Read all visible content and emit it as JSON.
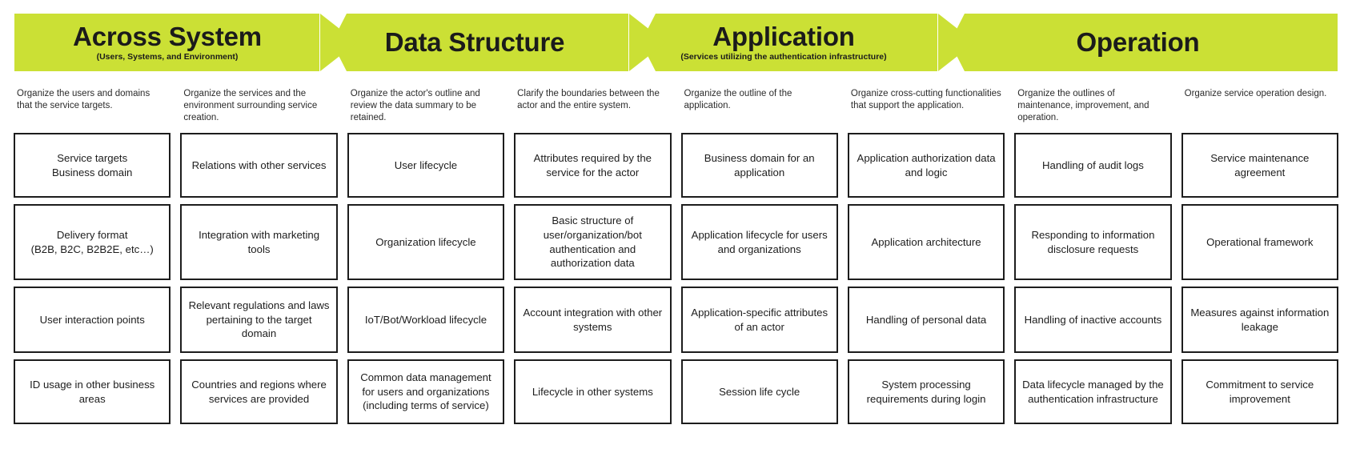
{
  "colors": {
    "accent": "#cbe035",
    "border": "#1d1d1d",
    "text": "#1d1d1d",
    "background": "#ffffff"
  },
  "diagram": {
    "type": "phase-matrix",
    "phases": [
      {
        "title": "Across System",
        "subtitle": "(Users, Systems, and Environment)"
      },
      {
        "title": "Data Structure",
        "subtitle": ""
      },
      {
        "title": "Application",
        "subtitle": "(Services utilizing the authentication infrastructure)"
      },
      {
        "title": "Operation",
        "subtitle": ""
      }
    ],
    "columns": [
      {
        "description": "Organize the users and domains that the service targets.",
        "cells": [
          "Service targets\nBusiness domain",
          "Delivery format\n(B2B, B2C, B2B2E, etc…)",
          "User interaction points",
          "ID usage in other business areas"
        ]
      },
      {
        "description": "Organize the services and the environment surrounding service creation.",
        "cells": [
          "Relations with other services",
          "Integration with marketing tools",
          "Relevant regulations and laws pertaining to the target domain",
          "Countries and regions where services are provided"
        ]
      },
      {
        "description": "Organize the actor's outline and review the data summary to be retained.",
        "cells": [
          "User lifecycle",
          "Organization lifecycle",
          "IoT/Bot/Workload lifecycle",
          "Common data management for users and organizations (including terms of service)"
        ]
      },
      {
        "description": "Clarify the boundaries between the actor and the entire system.",
        "cells": [
          "Attributes required by the service for the actor",
          "Basic structure of user/organization/bot authentication and authorization data",
          "Account integration with other systems",
          "Lifecycle in other systems"
        ]
      },
      {
        "description": "Organize the outline of the application.",
        "cells": [
          "Business domain for an application",
          "Application lifecycle for users and organizations",
          "Application-specific attributes of an actor",
          "Session life cycle"
        ]
      },
      {
        "description": "Organize cross-cutting functionalities that support the application.",
        "cells": [
          "Application authorization data and logic",
          "Application architecture",
          "Handling of personal data",
          "System processing requirements during login"
        ]
      },
      {
        "description": "Organize the outlines of maintenance, improvement, and operation.",
        "cells": [
          "Handling of audit logs",
          "Responding to information disclosure requests",
          "Handling of inactive accounts",
          "Data lifecycle managed by the authentication infrastructure"
        ]
      },
      {
        "description": "Organize service operation design.",
        "cells": [
          "Service maintenance agreement",
          "Operational framework",
          "Measures against information leakage",
          "Commitment to service improvement"
        ]
      }
    ]
  }
}
